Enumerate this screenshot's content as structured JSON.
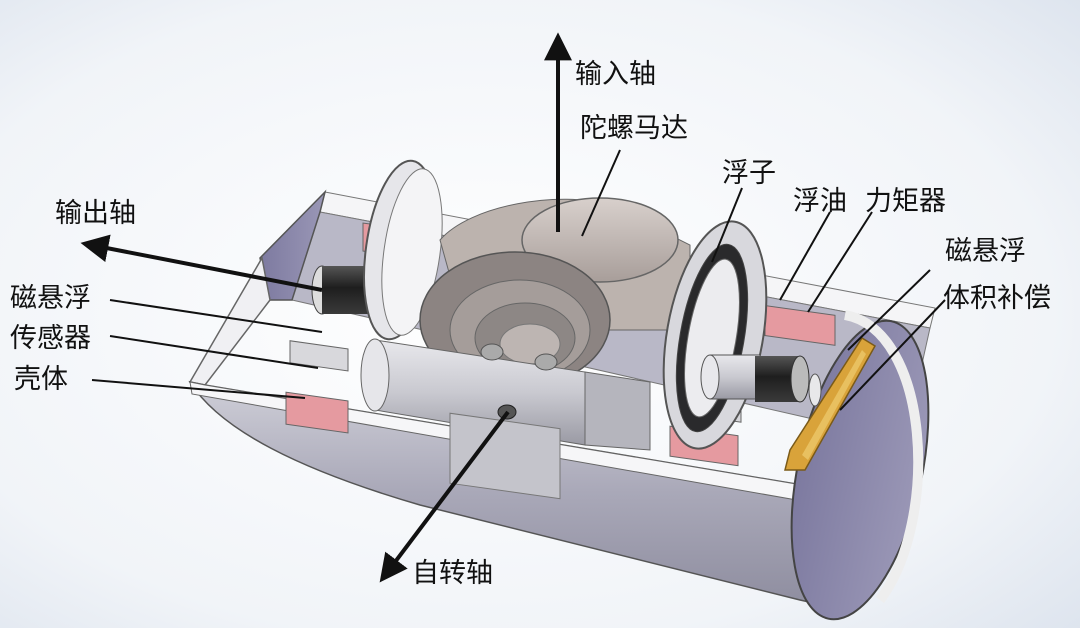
{
  "labels": {
    "input_axis": "输入轴",
    "gyro_motor": "陀螺马达",
    "float": "浮子",
    "float_oil": "浮油",
    "torquer": "力矩器",
    "maglev_volume_comp_line1": "磁悬浮",
    "maglev_volume_comp_line2": "体积补偿",
    "output_axis": "输出轴",
    "maglev_sensor_line1": "磁悬浮",
    "maglev_sensor_line2": "传感器",
    "housing": "壳体",
    "spin_axis": "自转轴"
  },
  "colors": {
    "housing_outer": "#a8a7b6",
    "housing_inner": "#8784a6",
    "rim": "#f4f4f6",
    "motor": "#c7bdb8",
    "coil": "#e59aa0",
    "compensator": "#d9a33a",
    "line": "#111111"
  }
}
